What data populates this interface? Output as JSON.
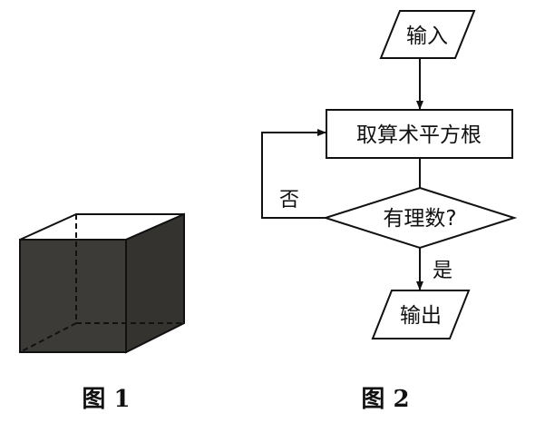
{
  "figure1": {
    "caption": "图 1"
  },
  "figure2": {
    "caption": "图 2",
    "input_label": "输入",
    "process_label": "取算术平方根",
    "decision_label": "有理数?",
    "no_label": "否",
    "yes_label": "是",
    "output_label": "输出"
  }
}
